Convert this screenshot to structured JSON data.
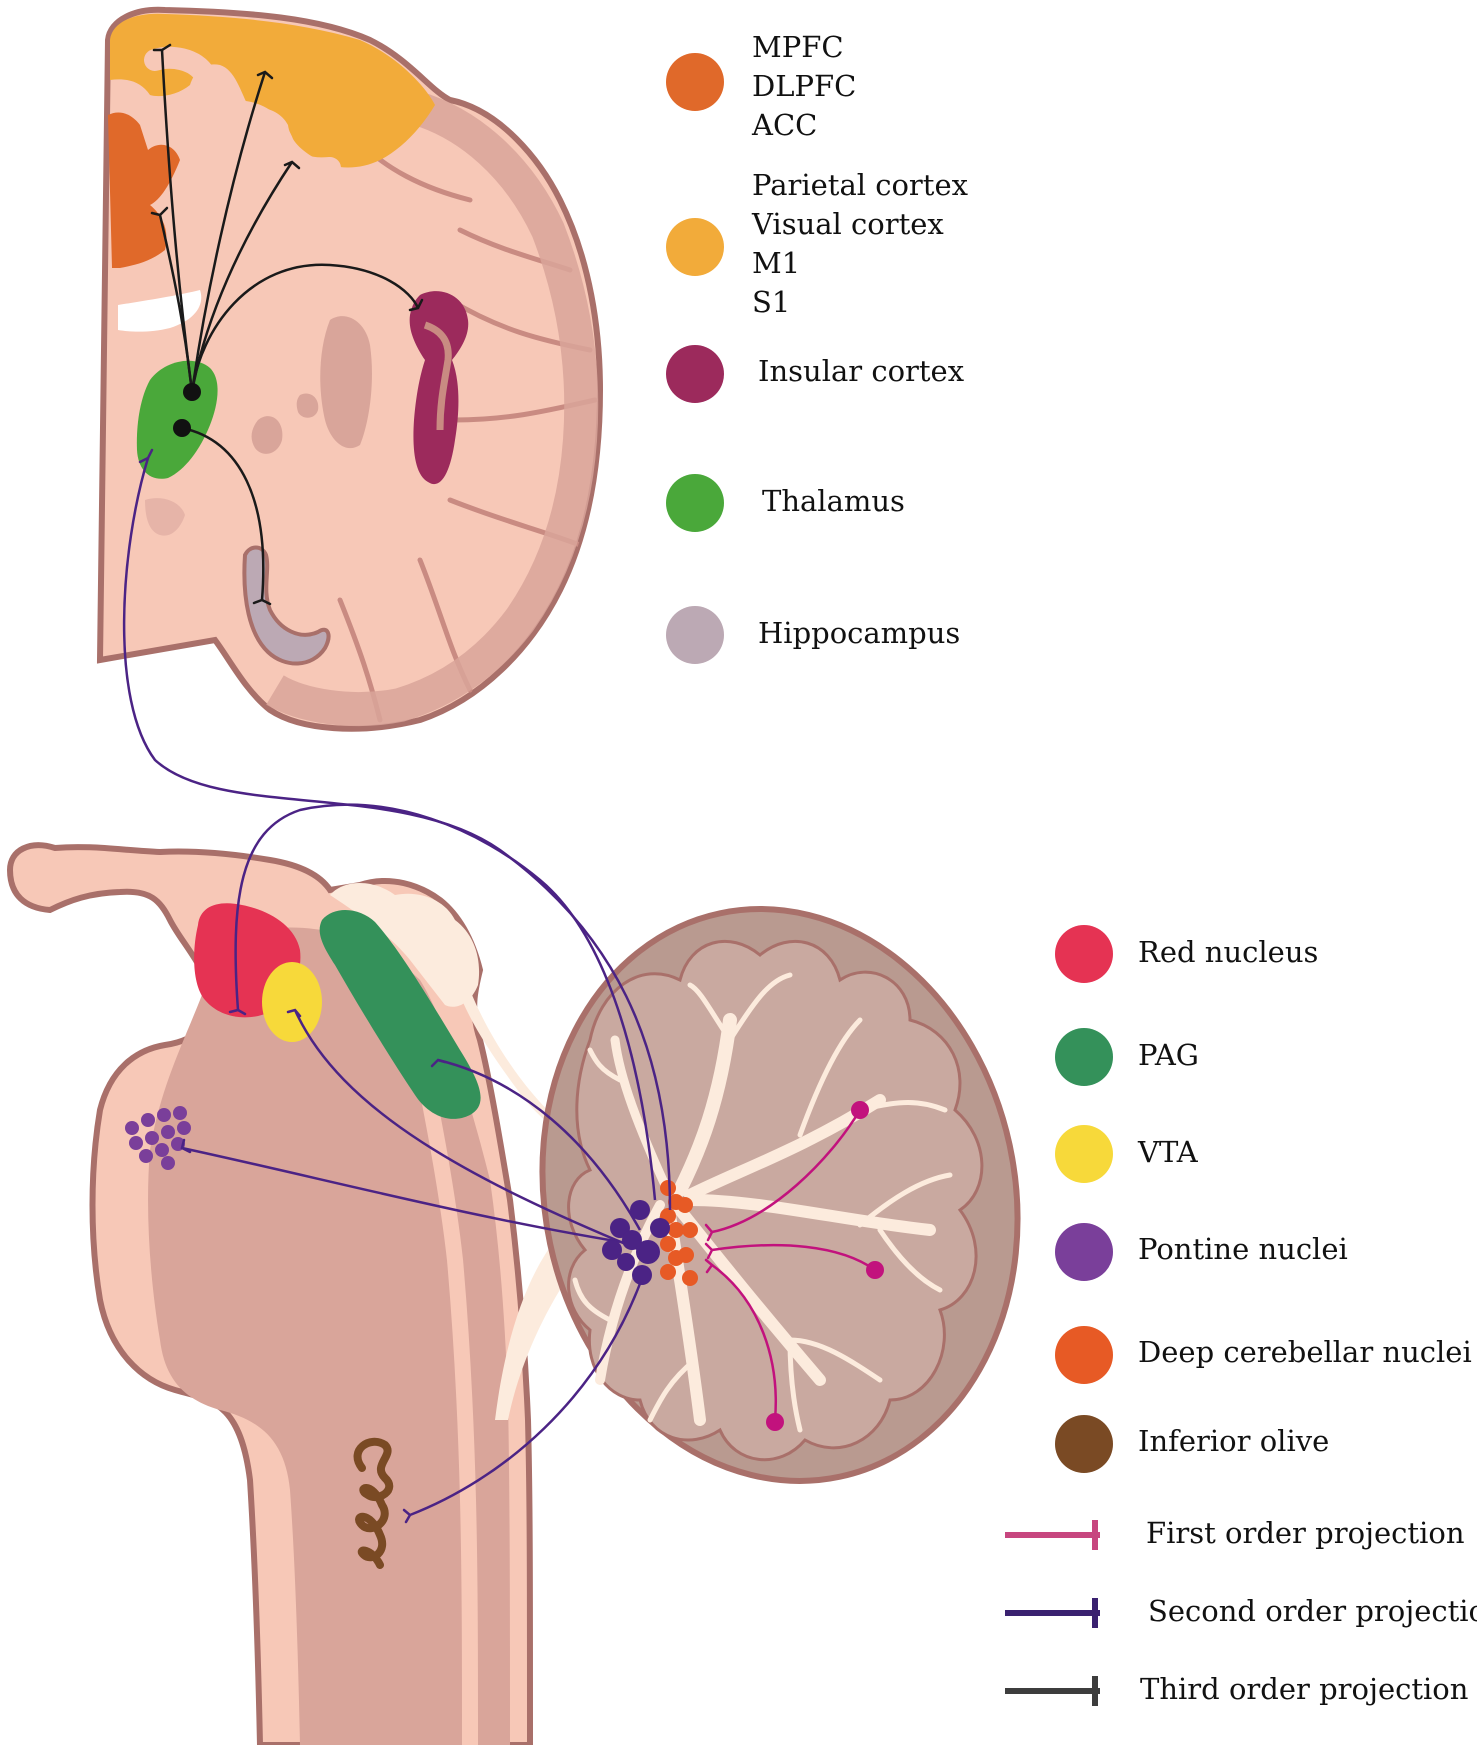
{
  "colors": {
    "tissue": "#f7c8b7",
    "tissue_outline": "#a9706a",
    "deep_tissue": "#d9a59a",
    "white_matter": "#fcebdd",
    "cerebellum": "#b99a90",
    "first_order": "#c2127d",
    "second_order": "#4b2385",
    "third_order": "#222222"
  },
  "cortex_legend": [
    {
      "color": "#e0692a",
      "lines": [
        "MPFC",
        "DLPFC",
        "ACC"
      ]
    },
    {
      "color": "#f2ab3a",
      "lines": [
        "Parietal cortex",
        "Visual cortex",
        "M1",
        "S1"
      ]
    },
    {
      "color": "#9c2a5c",
      "lines": [
        "Insular cortex"
      ]
    },
    {
      "color": "#4aa83a",
      "lines": [
        "Thalamus"
      ]
    },
    {
      "color": "#bca9b4",
      "lines": [
        "Hippocampus"
      ]
    }
  ],
  "brainstem_legend": [
    {
      "color": "#e53353",
      "label": "Red nucleus"
    },
    {
      "color": "#34915a",
      "label": "PAG"
    },
    {
      "color": "#f7d93a",
      "label": "VTA"
    },
    {
      "color": "#7a3f9a",
      "label": "Pontine nuclei"
    },
    {
      "color": "#e75a25",
      "label": "Deep cerebellar nuclei"
    },
    {
      "color": "#7a4a24",
      "label": "Inferior olive"
    }
  ],
  "projection_legend": [
    {
      "color": "#c7467f",
      "label": "First order projection"
    },
    {
      "color": "#3a2170",
      "label": "Second order projection"
    },
    {
      "color": "#3d3d3d",
      "label": "Third order projection"
    }
  ]
}
